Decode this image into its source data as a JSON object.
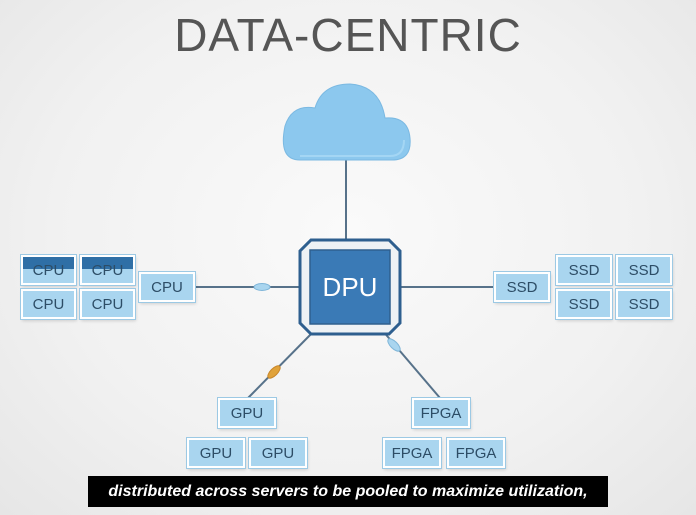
{
  "title": "DATA-CENTRIC",
  "dpu": {
    "label": "DPU"
  },
  "cpu_link": "CPU",
  "cpu_grid": [
    "CPU",
    "CPU",
    "CPU",
    "CPU"
  ],
  "ssd_link": "SSD",
  "ssd_grid": [
    "SSD",
    "SSD",
    "SSD",
    "SSD"
  ],
  "gpu_link": "GPU",
  "gpu_grid": [
    "GPU",
    "GPU"
  ],
  "fpga_link": "FPGA",
  "fpga_grid": [
    "FPGA",
    "FPGA"
  ],
  "cloud_icon": "cloud-icon",
  "caption": "distributed across servers to be pooled to maximize utilization,",
  "colors": {
    "box_fill": "#a9d5ef",
    "dpu_fill": "#3a7ab6",
    "dpu_border": "#2e5f8f",
    "cloud": "#8cc8ee",
    "line": "#57728a",
    "packet_blue": "#a9d5ef",
    "packet_orange": "#e0a23a",
    "title": "#555555"
  }
}
